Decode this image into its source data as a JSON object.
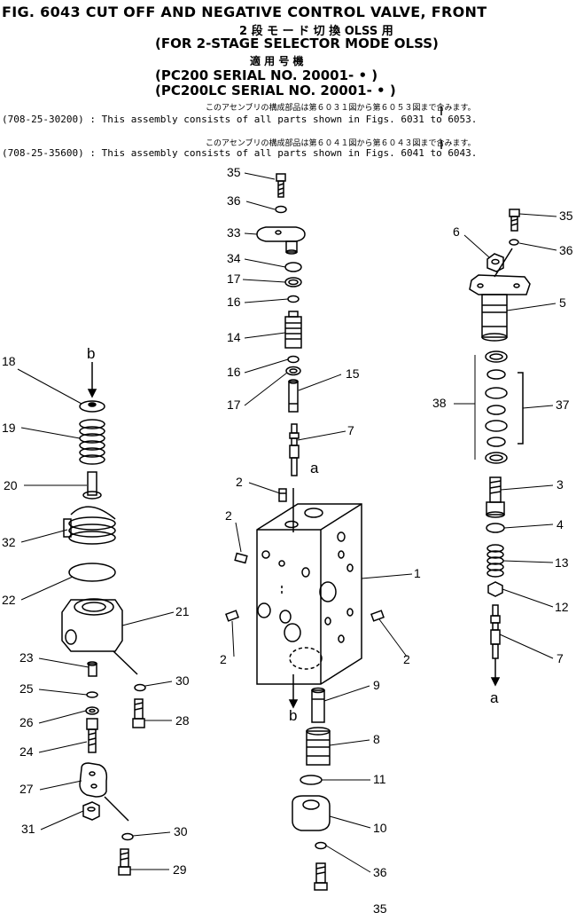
{
  "header": {
    "title": "FIG. 6043  CUT OFF AND NEGATIVE CONTROL VALVE, FRONT",
    "subtitle_jp": "2 段 モ ー ド 切 換 OLSS 用",
    "subtitle_en": "(FOR 2-STAGE SELECTOR MODE OLSS)",
    "applicability_jp": "適 用 号 機",
    "serial_1": "(PC200     SERIAL  NO. 20001-     •     )",
    "serial_2": "(PC200LC SERIAL  NO. 20001-     •     )",
    "note_1_jp": "このアセンブリの構成部品は第６０３１図から第６０５３図まで含みます。",
    "note_1_en": "(708-25-30200) : This assembly consists of all parts shown in Figs. 6031 to 6053.",
    "note_2_jp": "このアセンブリの構成部品は第６０４１図から第６０４３図まで含みます。",
    "note_2_en": "(708-25-35600) : This assembly consists of all parts shown in Figs. 6041 to 6043."
  },
  "callouts": {
    "c35a": "35",
    "c36a": "36",
    "c33": "33",
    "c34": "34",
    "c17a": "17",
    "c16a": "16",
    "c14": "14",
    "c16b": "16",
    "c17b": "17",
    "c15": "15",
    "c7a": "7",
    "ca1": "a",
    "c2a": "2",
    "c2b": "2",
    "c1": "1",
    "c2c": "2",
    "c2d": "2",
    "cb1": "b",
    "c9": "9",
    "c8": "8",
    "c11": "11",
    "c10": "10",
    "c36b": "36",
    "c35b": "35",
    "c18": "18",
    "cb2": "b",
    "c19": "19",
    "c20": "20",
    "c32": "32",
    "c22": "22",
    "c21": "21",
    "c23": "23",
    "c30a": "30",
    "c25": "25",
    "c26": "26",
    "c28": "28",
    "c24": "24",
    "c27": "27",
    "c31": "31",
    "c30b": "30",
    "c29": "29",
    "c6": "6",
    "c35c": "35",
    "c36c": "36",
    "c5": "5",
    "c38": "38",
    "c37": "37",
    "c3": "3",
    "c4": "4",
    "c13": "13",
    "c12": "12",
    "c7b": "7",
    "ca2": "a"
  }
}
